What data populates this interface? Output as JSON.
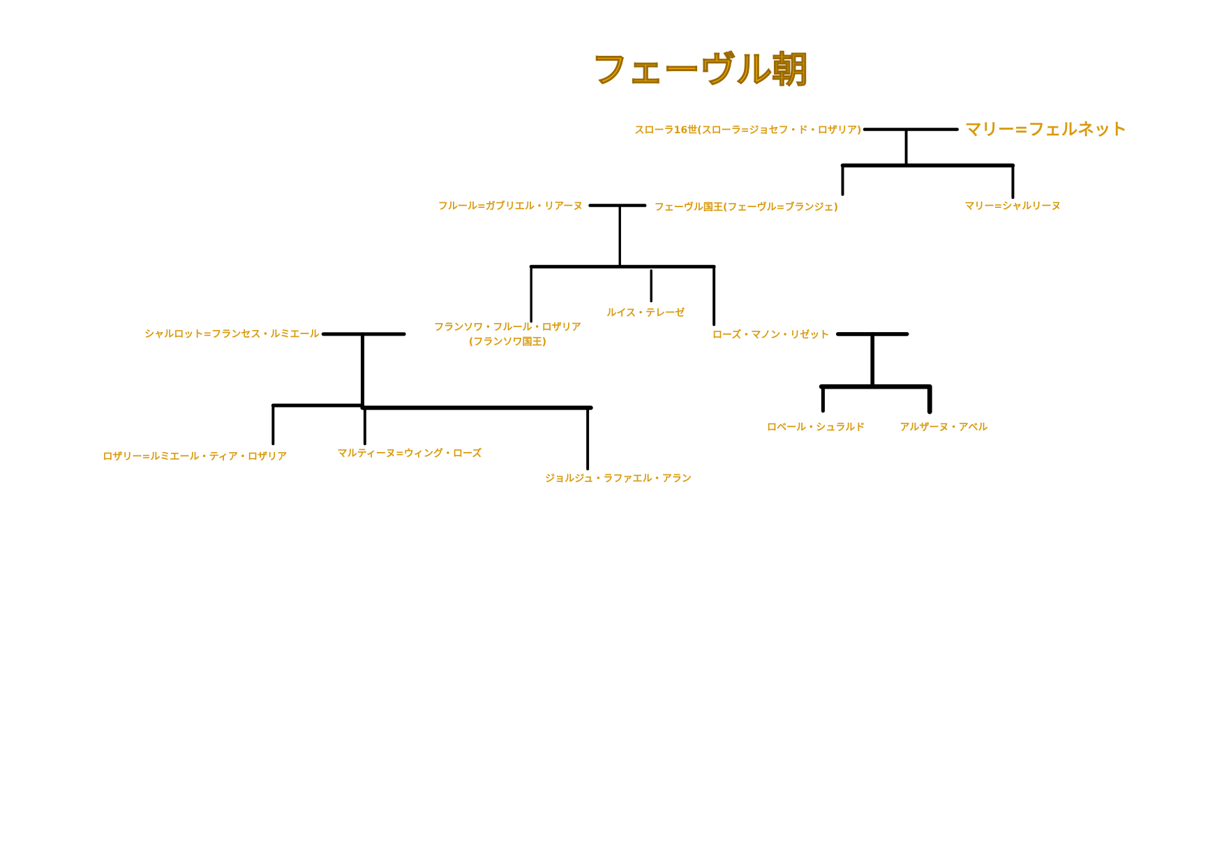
{
  "title": "フェーヴル朝",
  "colors": {
    "text": "#d99a0c",
    "title_fill": "#f2a900",
    "title_stroke": "#9a6a00",
    "lines": "#000000"
  },
  "people": {
    "sulora": "スローラ16世(スローラ=ジョセフ・ド・ロザリア)",
    "marie_fernette": "マリー=フェルネット",
    "fleur_gabrielle": "フルール=ガブリエル・リアーヌ",
    "fevre_king": "フェーヴル国王(フェーヴル=ブランジェ)",
    "marie_charline": "マリー=シャルリーヌ",
    "louis_therese": "ルイス・テレーゼ",
    "francois": "フランソワ・フルール・ロザリア",
    "francois_title": "(フランソワ国王)",
    "charlotte": "シャルロット=フランセス・ルミエール",
    "rose_manon": "ローズ・マノン・リゼット",
    "robert": "ロベール・シュラルド",
    "alzane": "アルザーヌ・アベル",
    "rosalie": "ロザリー=ルミエール・ティア・ロザリア",
    "martine": "マルティーヌ=ウィング・ローズ",
    "georges": "ジョルジュ・ラファエル・アラン"
  }
}
